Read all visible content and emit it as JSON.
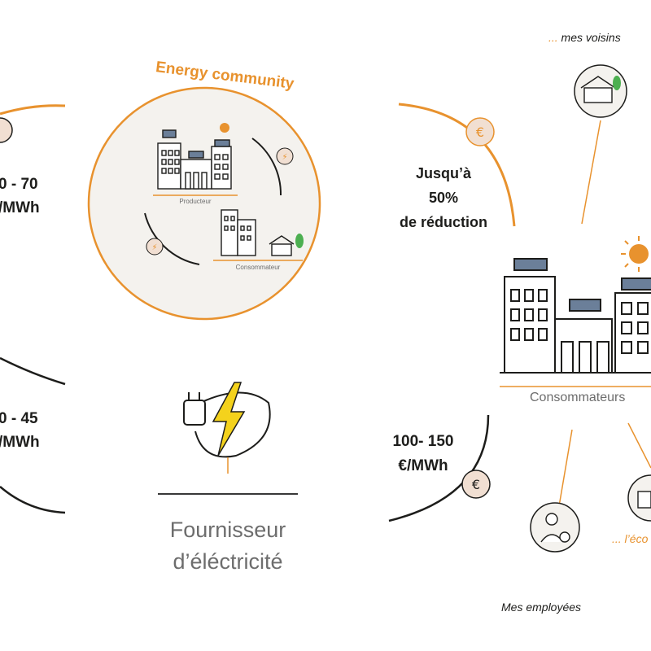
{
  "energy_community": {
    "title": "Energy community",
    "producer_label": "Producteur",
    "consumer_label": "Consommateur"
  },
  "left_prices": {
    "top_line1": "0 - 70",
    "top_line2": "/MWh",
    "bottom_line1": "0 - 45",
    "bottom_line2": "/MWh"
  },
  "reduction": {
    "line1": "Jusqu’à",
    "line2": "50%",
    "line3": "de réduction"
  },
  "supplier_price": {
    "line1": "100- 150",
    "line2": "€/MWh"
  },
  "supplier": {
    "line1": "Fournisseur",
    "line2": "d’éléctricité"
  },
  "consumers": {
    "label": "Consommateurs",
    "neighbors": "... mes voisins",
    "school": "... l’éco",
    "employees": "Mes employées"
  },
  "colors": {
    "orange": "#e8922e",
    "dark": "#1d1d1b",
    "gray_text": "#6d6d6d",
    "circle_fill": "#f4f2ee",
    "euro_fill": "#f1dfd2"
  }
}
